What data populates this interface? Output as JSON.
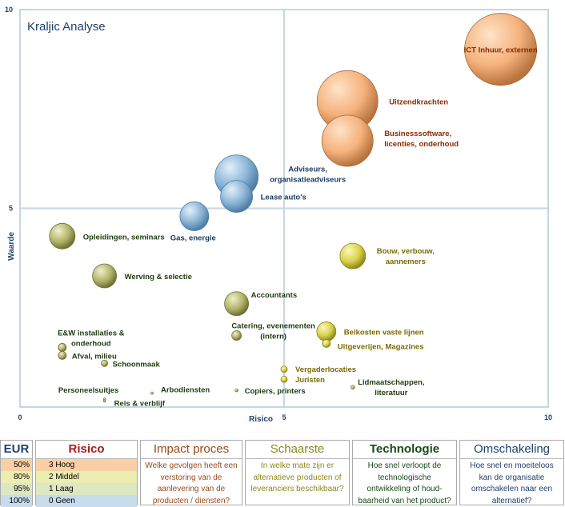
{
  "chart_data": {
    "type": "scatter",
    "title": "Kraljic Analyse",
    "xlabel": "Risico",
    "ylabel": "Waarde",
    "xlim": [
      0,
      10
    ],
    "ylim": [
      0,
      10
    ],
    "x_ticks": [
      "0",
      "5",
      "10"
    ],
    "y_ticks": [
      "5",
      "10"
    ],
    "quadrant_divider": {
      "x": 5,
      "y": 5
    },
    "grid": false,
    "colors": {
      "orange": "#f5b27c",
      "blue": "#8ab4d6",
      "green": "#b2b56a",
      "yellow": "#d9d24a",
      "label_orange": "#8b2a00",
      "label_blue": "#17375e",
      "label_green": "#1f3a0f",
      "label_yellow": "#7a6a00",
      "axis_label": "#1f3f6e",
      "grid_line": "#c5d6e4"
    },
    "points": [
      {
        "label": "ICT Inhuur, externen",
        "x": 9.1,
        "y": 9.0,
        "size": 45,
        "color": "orange"
      },
      {
        "label": "Uitzendkrachten",
        "x": 6.2,
        "y": 7.7,
        "size": 38,
        "color": "orange"
      },
      {
        "label": "Businesssoftware, licenties, onderhoud",
        "x": 6.2,
        "y": 6.7,
        "size": 32,
        "color": "orange"
      },
      {
        "label": "Adviseurs, organisatieadviseurs",
        "x": 4.1,
        "y": 5.8,
        "size": 27,
        "color": "blue"
      },
      {
        "label": "Lease auto's",
        "x": 4.1,
        "y": 5.3,
        "size": 20,
        "color": "blue"
      },
      {
        "label": "Gas, energie",
        "x": 3.3,
        "y": 4.8,
        "size": 18,
        "color": "blue"
      },
      {
        "label": "Opleidingen, seminars",
        "x": 0.8,
        "y": 4.3,
        "size": 16,
        "color": "green"
      },
      {
        "label": "Werving & selectie",
        "x": 1.6,
        "y": 3.3,
        "size": 15,
        "color": "green"
      },
      {
        "label": "Accountants",
        "x": 4.1,
        "y": 2.6,
        "size": 15,
        "color": "green"
      },
      {
        "label": "Bouw, verbouw, aannemers",
        "x": 6.3,
        "y": 3.8,
        "size": 16,
        "color": "yellow"
      },
      {
        "label": "Belkosten vaste lijnen",
        "x": 5.8,
        "y": 1.9,
        "size": 12,
        "color": "yellow"
      },
      {
        "label": "Catering, evenementen (intern)",
        "x": 4.1,
        "y": 1.8,
        "size": 6,
        "color": "green"
      },
      {
        "label": "E&W installaties & onderhoud",
        "x": 0.8,
        "y": 1.5,
        "size": 5,
        "color": "green"
      },
      {
        "label": "Afval, milieu",
        "x": 0.8,
        "y": 1.3,
        "size": 5,
        "color": "green"
      },
      {
        "label": "Schoonmaak",
        "x": 1.6,
        "y": 1.1,
        "size": 4,
        "color": "green"
      },
      {
        "label": "Uitgeverijen, Magazines",
        "x": 5.8,
        "y": 1.6,
        "size": 5,
        "color": "yellow"
      },
      {
        "label": "Vergaderlocaties",
        "x": 5.0,
        "y": 0.95,
        "size": 4,
        "color": "yellow"
      },
      {
        "label": "Juristen",
        "x": 5.0,
        "y": 0.7,
        "size": 4,
        "color": "yellow"
      },
      {
        "label": "Lidmaatschappen, literatuur",
        "x": 6.3,
        "y": 0.5,
        "size": 2.5,
        "color": "green"
      },
      {
        "label": "Copiers, printers",
        "x": 4.1,
        "y": 0.42,
        "size": 2,
        "color": "green"
      },
      {
        "label": "Arbodiensten",
        "x": 2.5,
        "y": 0.35,
        "size": 1.5,
        "color": "green"
      },
      {
        "label": "Personeelsuitjes",
        "x": 1.6,
        "y": 0.2,
        "size": 1,
        "color": "green"
      },
      {
        "label": "Reis & verblijf",
        "x": 1.6,
        "y": 0.15,
        "size": 1,
        "color": "green"
      }
    ]
  },
  "legend": {
    "eur": {
      "title": "EUR",
      "rows": [
        "50%",
        "80%",
        "95%",
        "100%"
      ]
    },
    "risico": {
      "title": "Risico",
      "rows": [
        "3  Hoog",
        "2  Middel",
        "1  Laag",
        "0  Geen"
      ]
    },
    "impact": {
      "title": "Impact proces",
      "text": "Welke gevolgen heeft een verstoring van de aanlevering van de producten / diensten?",
      "color": "#9c4a1a"
    },
    "schaarste": {
      "title": "Schaarste",
      "text": "In welke mate zijn er alternatieve producten of leveranciers beschikbaar?",
      "color": "#8a8a1a"
    },
    "technologie": {
      "title": "Technologie",
      "text": "Hoe snel verloopt de technologische ontwikkeling of houd-baarheid van het product?",
      "color": "#1a4a1a"
    },
    "omschakeling": {
      "title": "Omschakeling",
      "text": "Hoe snel en moeiteloos kan de organisatie omschakelen naar een alternatief?",
      "color": "#1f3f6e"
    }
  }
}
